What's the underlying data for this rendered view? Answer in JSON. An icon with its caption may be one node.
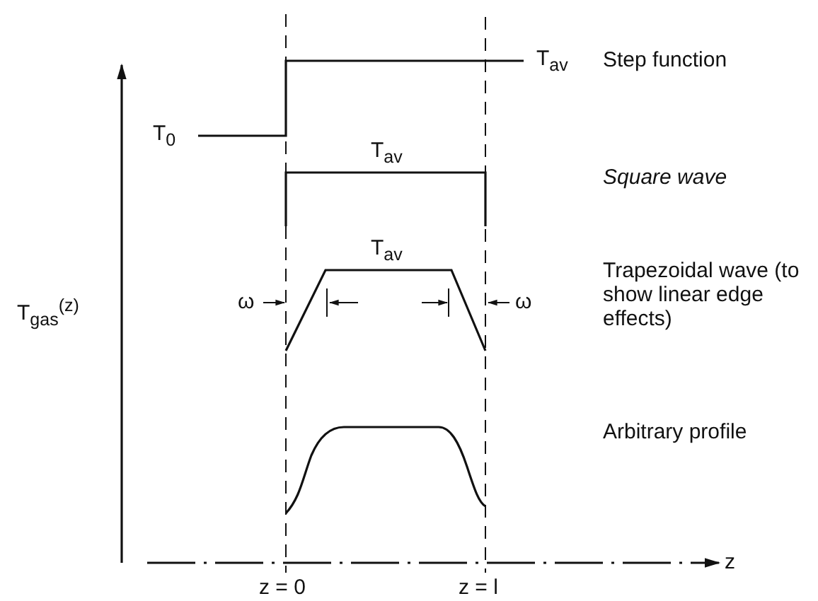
{
  "diagram": {
    "labels": [
      "T$_{av}$",
      "Step function",
      "T$_{0}$",
      "T$_{av}$",
      "Square wave",
      "T$_{av}$",
      "T$_{gas}$$^{(z)}$",
      "ω",
      "ω",
      "Trapezoidal wave (to show linear edge effects)",
      "Arbitrary profile",
      "z",
      "z = 0",
      "z = l"
    ]
  }
}
